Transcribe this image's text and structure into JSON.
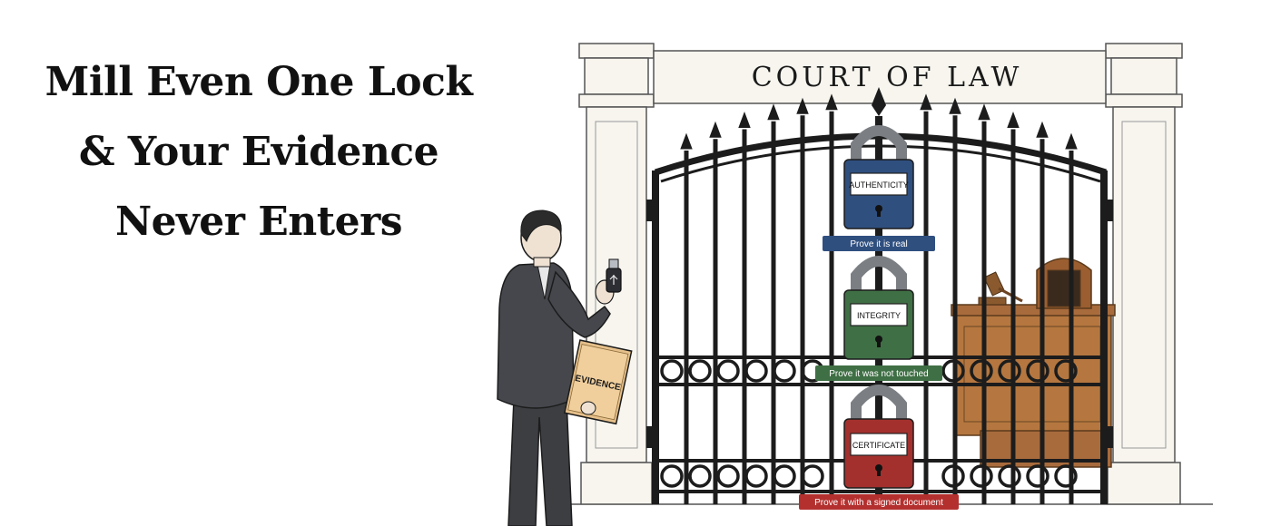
{
  "headline": {
    "line1": "Mill Even One Lock",
    "line2": "& Your Evidence",
    "line3": "Never Enters"
  },
  "gate": {
    "sign": "COURT OF LAW"
  },
  "figure": {
    "folder_label": "EVIDENCE",
    "device_icon": "usb-drive-icon"
  },
  "locks": [
    {
      "label": "AUTHENTICITY",
      "caption": "Prove it is real",
      "color": "#2f4f7f",
      "caption_color": "#2f4f7f"
    },
    {
      "label": "INTEGRITY",
      "caption": "Prove it was not touched",
      "color": "#3f6f44",
      "caption_color": "#3f6f44"
    },
    {
      "label": "CERTIFICATE",
      "caption": "Prove it with a signed document",
      "color": "#a3302d",
      "caption_color": "#b3302e"
    }
  ],
  "colors": {
    "iron": "#1c1c1c",
    "stone": "#f7f5ee",
    "wood": "#a86b3c"
  }
}
